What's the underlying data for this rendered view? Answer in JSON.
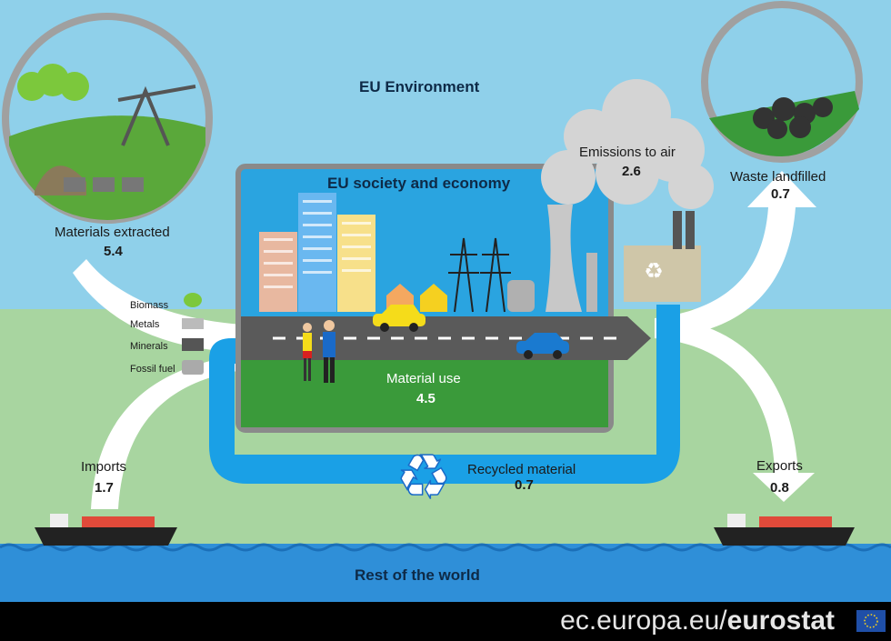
{
  "diagram": {
    "environment_title": "EU Environment",
    "society_title": "EU society and economy",
    "world_title": "Rest of the world",
    "nodes": {
      "materials_extracted": {
        "label": "Materials extracted",
        "value": "5.4"
      },
      "emissions": {
        "label": "Emissions to air",
        "value": "2.6"
      },
      "waste_landfilled": {
        "label": "Waste landfilled",
        "value": "0.7"
      },
      "material_use": {
        "label": "Material use",
        "value": "4.5"
      },
      "recycled": {
        "label": "Recycled material",
        "value": "0.7"
      },
      "imports": {
        "label": "Imports",
        "value": "1.7"
      },
      "exports": {
        "label": "Exports",
        "value": "0.8"
      }
    },
    "legend": [
      "Biomass",
      "Metals",
      "Minerals",
      "Fossil fuel"
    ]
  },
  "footer": {
    "domain": "ec.europa.eu/",
    "brand": "eurostat"
  },
  "colors": {
    "sky": "#8fd0ea",
    "land": "#a8d5a0",
    "sea": "#2f8fd8",
    "box_bg": "#2aa4e0",
    "box_border": "#8a8a8a",
    "box_grass": "#3a9a3a",
    "recycle_loop": "#1aa0e6",
    "flow_white": "#ffffff",
    "footer_bg": "#000000"
  }
}
